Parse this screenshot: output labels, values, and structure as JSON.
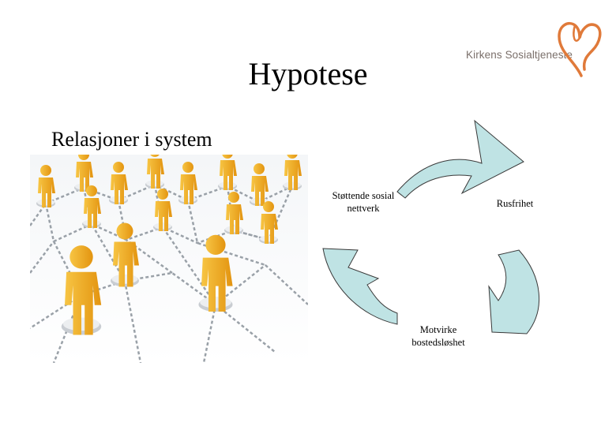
{
  "slide": {
    "title": "Hypotese",
    "subtitle": "Relasjoner i system"
  },
  "logo": {
    "text": "Kirkens Sosialtjeneste",
    "icon": "heart-icon",
    "color": "#e07a3a"
  },
  "image": {
    "icon": "people-network-icon",
    "figure_color": "#f2a81c"
  },
  "cycle": {
    "arrow_fill": "#bfe3e4",
    "arrow_stroke": "#3a3a3a",
    "labels": {
      "support": "Støttende sosial nettverk",
      "sobriety": "Rusfrihet",
      "homelessness": "Motvirke bostedsløshet"
    }
  }
}
